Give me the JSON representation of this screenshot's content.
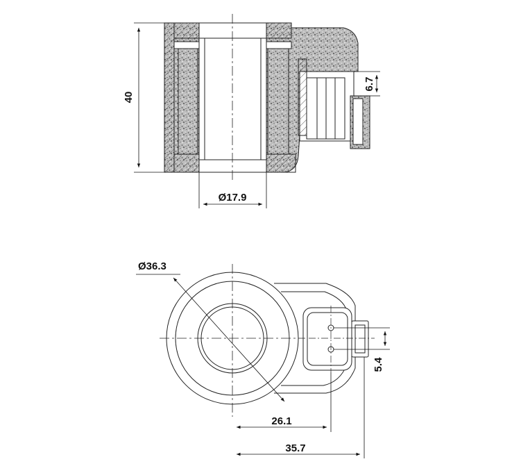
{
  "drawing": {
    "dimensions": {
      "height": "40",
      "bore_diameter": "Ø17.9",
      "connector_offset": "6.7",
      "outer_diameter": "Ø36.3",
      "pin_spacing": "5.4",
      "center_to_connector": "26.1",
      "center_to_tip": "35.7"
    }
  }
}
